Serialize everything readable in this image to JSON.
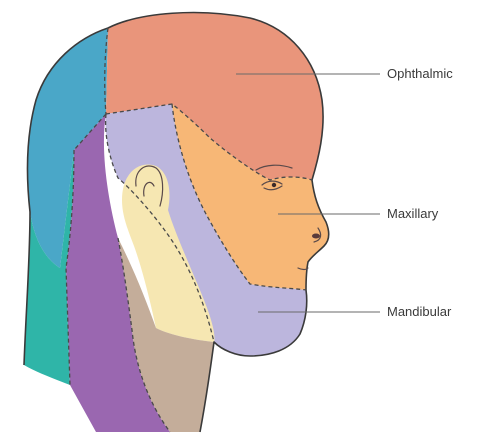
{
  "labels": {
    "ophthalmic": "Ophthalmic",
    "maxillary": "Maxillary",
    "mandibular": "Mandibular"
  },
  "colors": {
    "ophthalmic": "#e9957b",
    "maxillary": "#f7b776",
    "mandibular": "#bcb6dd",
    "occipital": "#4aa7c8",
    "cervical_teal": "#2fb5a8",
    "cervical_purple": "#9a67b0",
    "auricular": "#f6e7b2",
    "neck_tan": "#c4ad9a",
    "outline": "#3a3a3a"
  }
}
